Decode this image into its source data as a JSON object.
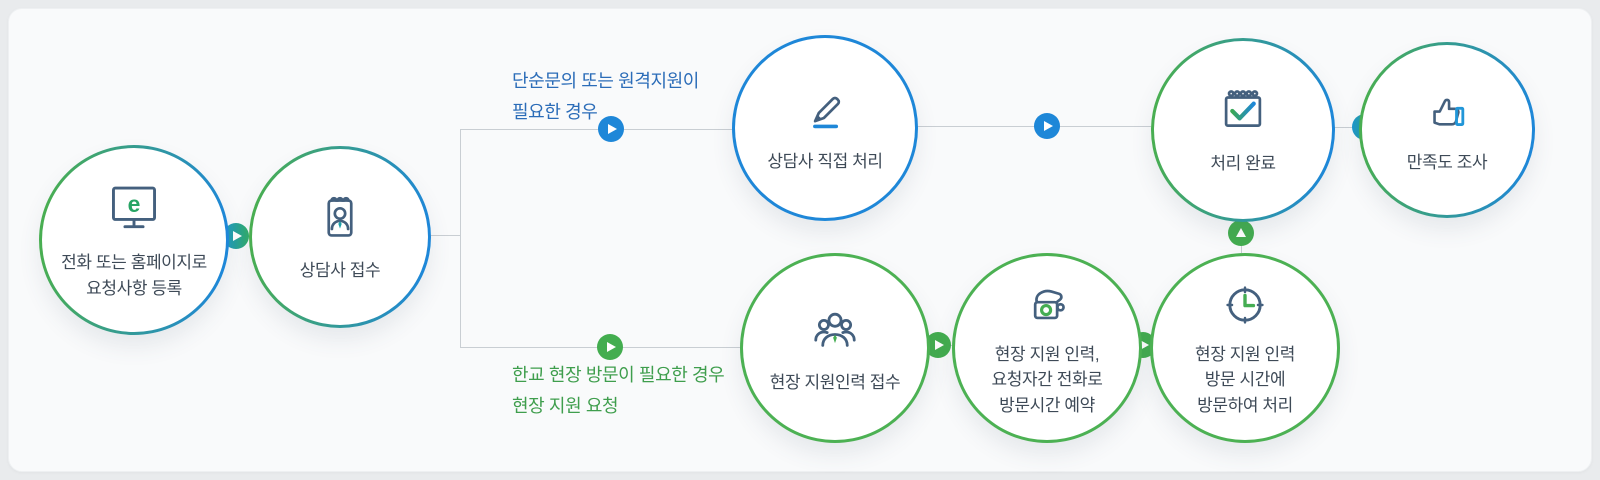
{
  "colors": {
    "outer_background": "#e9ebed",
    "card_background": "#f9fafb",
    "line_gray": "#c9ced3",
    "accent_blue": "#1e87d8",
    "accent_green": "#4cb153",
    "icon_slate": "#44607e",
    "tie_teal": "#1ea0a8",
    "branch_text_blue": "#2b6cb8",
    "branch_text_green": "#3f9e4d",
    "node_text": "#3e4a57"
  },
  "branch_labels": {
    "top": {
      "line1": "단순문의 또는 원격지원이",
      "line2": "필요한 경우"
    },
    "bottom": {
      "line1": "한교 현장 방문이 필요한 경우",
      "line2": "현장 지원 요청"
    }
  },
  "nodes": {
    "register": {
      "icon": "monitor-e-icon",
      "icon_letter": "e",
      "lines": [
        "전화 또는 홈페이지로",
        "요청사항 등록"
      ]
    },
    "agent_receipt": {
      "icon": "agent-badge-icon",
      "lines": [
        "상담사 접수"
      ]
    },
    "agent_direct": {
      "icon": "pencil-icon",
      "lines": [
        "상담사 직접 처리"
      ]
    },
    "complete": {
      "icon": "calendar-check-icon",
      "lines": [
        "처리 완료"
      ]
    },
    "survey": {
      "icon": "thumbs-up-icon",
      "lines": [
        "만족도 조사"
      ]
    },
    "field_receipt": {
      "icon": "people-group-icon",
      "lines": [
        "현장 지원인력 접수"
      ]
    },
    "field_call": {
      "icon": "phone-icon",
      "lines": [
        "현장 지원 인력,",
        "요청자간 전화로",
        "방문시간 예약"
      ]
    },
    "field_visit": {
      "icon": "clock-icon",
      "lines": [
        "현장 지원 인력",
        "방문 시간에",
        "방문하여 처리"
      ]
    }
  }
}
